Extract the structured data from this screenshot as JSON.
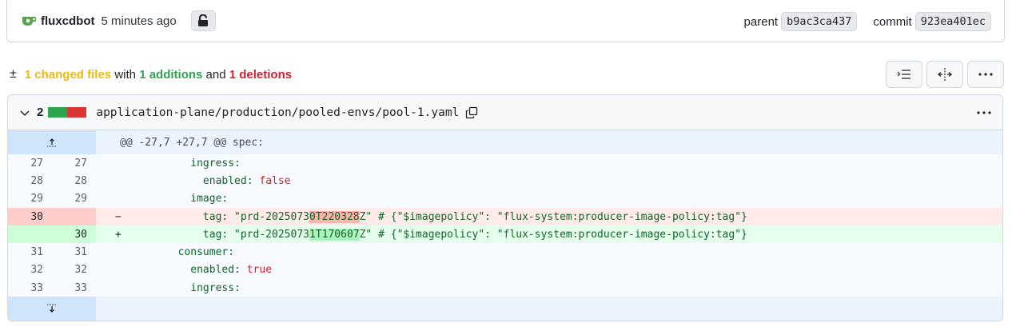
{
  "commit": {
    "author": "fluxcdbot",
    "time": "5 minutes ago",
    "parent_label": "parent",
    "parent_sha": "b9ac3ca437",
    "commit_label": "commit",
    "commit_sha": "923ea401ec"
  },
  "summary": {
    "icon": "plus-minus-icon",
    "changed": "1 changed files",
    "with": "with",
    "additions": "1 additions",
    "and": "and",
    "deletions": "1 deletions",
    "colors": {
      "changed": "#f0b90b",
      "additions": "#2da44e",
      "deletions": "#cf222e"
    }
  },
  "toolbar": {
    "buttons": [
      "toc-icon",
      "split-view-icon",
      "more-icon"
    ]
  },
  "file": {
    "change_count": "2",
    "path": "application-plane/production/pooled-envs/pool-1.yaml",
    "hunk_header": "@@ -27,7 +27,7 @@ spec:",
    "lines": [
      {
        "type": "ctx",
        "old": "27",
        "new": "27",
        "marker": "",
        "code": "          ingress:"
      },
      {
        "type": "ctx",
        "old": "28",
        "new": "28",
        "marker": "",
        "code": "            enabled: ",
        "kw": "false"
      },
      {
        "type": "ctx",
        "old": "29",
        "new": "29",
        "marker": "",
        "code": "          image:"
      },
      {
        "type": "del",
        "old": "30",
        "new": "",
        "marker": "−",
        "pre": "            tag: \"prd-2025073",
        "hl": "0T220328",
        "post": "Z\" # {\"$imagepolicy\": \"flux-system:producer-image-policy:tag\"}"
      },
      {
        "type": "add",
        "old": "",
        "new": "30",
        "marker": "+",
        "pre": "            tag: \"prd-2025073",
        "hl": "1T170607",
        "post": "Z\" # {\"$imagepolicy\": \"flux-system:producer-image-policy:tag\"}"
      },
      {
        "type": "ctx",
        "old": "31",
        "new": "31",
        "marker": "",
        "code": "        consumer:"
      },
      {
        "type": "ctx",
        "old": "32",
        "new": "32",
        "marker": "",
        "code": "          enabled: ",
        "kw": "true"
      },
      {
        "type": "ctx",
        "old": "33",
        "new": "33",
        "marker": "",
        "code": "          ingress:"
      }
    ]
  }
}
